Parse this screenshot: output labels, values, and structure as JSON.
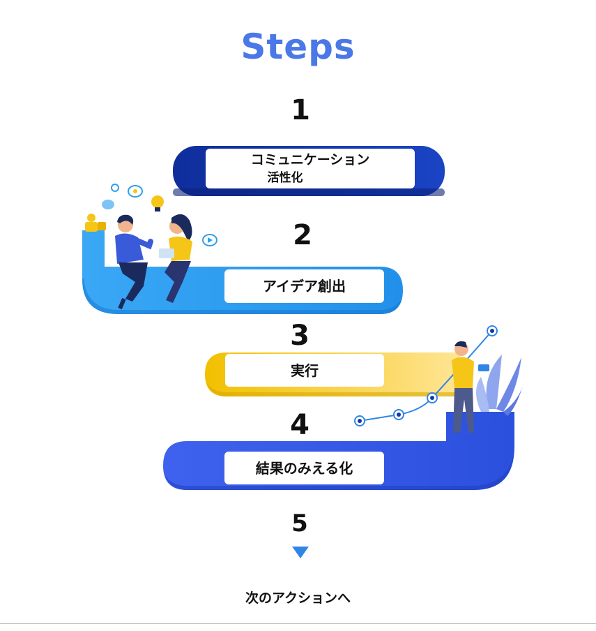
{
  "title": "Steps",
  "steps": [
    {
      "number": "1",
      "label_line1": "コミュニケーション",
      "label_line2": "活性化"
    },
    {
      "number": "2",
      "label": "アイデア創出"
    },
    {
      "number": "3",
      "label": "実行"
    },
    {
      "number": "4",
      "label": "結果のみえる化"
    },
    {
      "number": "5"
    }
  ],
  "next_action": "次のアクションへ",
  "colors": {
    "title": "#4a78e6",
    "step1": "#1436a8",
    "step2": "#2f9ff0",
    "step3": "#f5c518",
    "step4": "#3459e6",
    "arrow": "#2f86e8"
  },
  "icons": [
    "lightbulb-icon",
    "chat-bubble-icon",
    "video-bubble-icon",
    "gift-icon",
    "trophy-icon",
    "shield-check-icon",
    "plant-icon"
  ]
}
